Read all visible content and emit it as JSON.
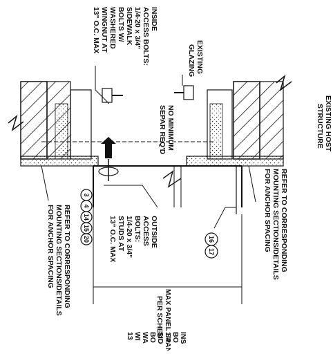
{
  "notes": {
    "inside_access_bolts": [
      "INSIDE",
      "ACCESS BOLTS:",
      "1/4-20 x 3/4\"",
      "SIDEWALK",
      "BOLTS W/",
      "WASHERED",
      "WINGNUT AT",
      "13\" O.C. MAX"
    ],
    "inside_access_bolts_partial": [
      "INS",
      "BO",
      "1/4",
      "SID",
      "BO",
      "WA",
      "WI",
      "13"
    ],
    "existing_glazing": [
      "EXISTING",
      "GLAZING"
    ],
    "no_minimum_separ": [
      "NO MINIMUM",
      "SEPAR REQ'D"
    ],
    "existing_host_structure": [
      "EXISTING HOST",
      "STRUCTURE"
    ],
    "refer_right": [
      "REFER TO CORRESPONDING",
      "MOUNTING SECTIONS/DETAILS",
      "FOR ANCHOR SPACING"
    ],
    "refer_left": [
      "REFER TO CORRESPONDING",
      "MOUNTING SECTIONS/DETAILS",
      "FOR ANCHOR SPACING"
    ],
    "outside_access_bolts": [
      "OUTSIDE",
      "ACCESS",
      "BOLTS:",
      "1/4-20 x 3/4\"",
      "STUDS AT",
      "13\" O.C. MAX"
    ],
    "max_panel_span": [
      "MAX PANEL SPAN",
      "PER SCHED"
    ]
  },
  "callouts": {
    "left_group": [
      "3",
      "4",
      "14",
      "15",
      "20"
    ],
    "right_group": [
      "16",
      "17"
    ]
  }
}
